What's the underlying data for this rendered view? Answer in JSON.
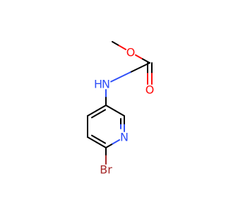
{
  "structure": {
    "atoms": [
      {
        "id": "c_me",
        "label": "",
        "color": "#000000"
      },
      {
        "id": "o_ester",
        "label": "O",
        "color": "#ff0d0d"
      },
      {
        "id": "c_carb",
        "label": "",
        "color": "#000000"
      },
      {
        "id": "o_carb",
        "label": "O",
        "color": "#ff0d0d"
      },
      {
        "id": "n_h",
        "label": "H",
        "color": "#3050f8"
      },
      {
        "id": "n_amine",
        "label": "N",
        "color": "#3050f8"
      },
      {
        "id": "c3",
        "label": "",
        "color": "#000000"
      },
      {
        "id": "c4",
        "label": "",
        "color": "#000000"
      },
      {
        "id": "c5",
        "label": "",
        "color": "#000000"
      },
      {
        "id": "c6",
        "label": "",
        "color": "#000000"
      },
      {
        "id": "n_ring",
        "label": "N",
        "color": "#3050f8"
      },
      {
        "id": "c2",
        "label": "",
        "color": "#000000"
      },
      {
        "id": "br",
        "label": "Br",
        "color": "#a62929"
      }
    ]
  }
}
